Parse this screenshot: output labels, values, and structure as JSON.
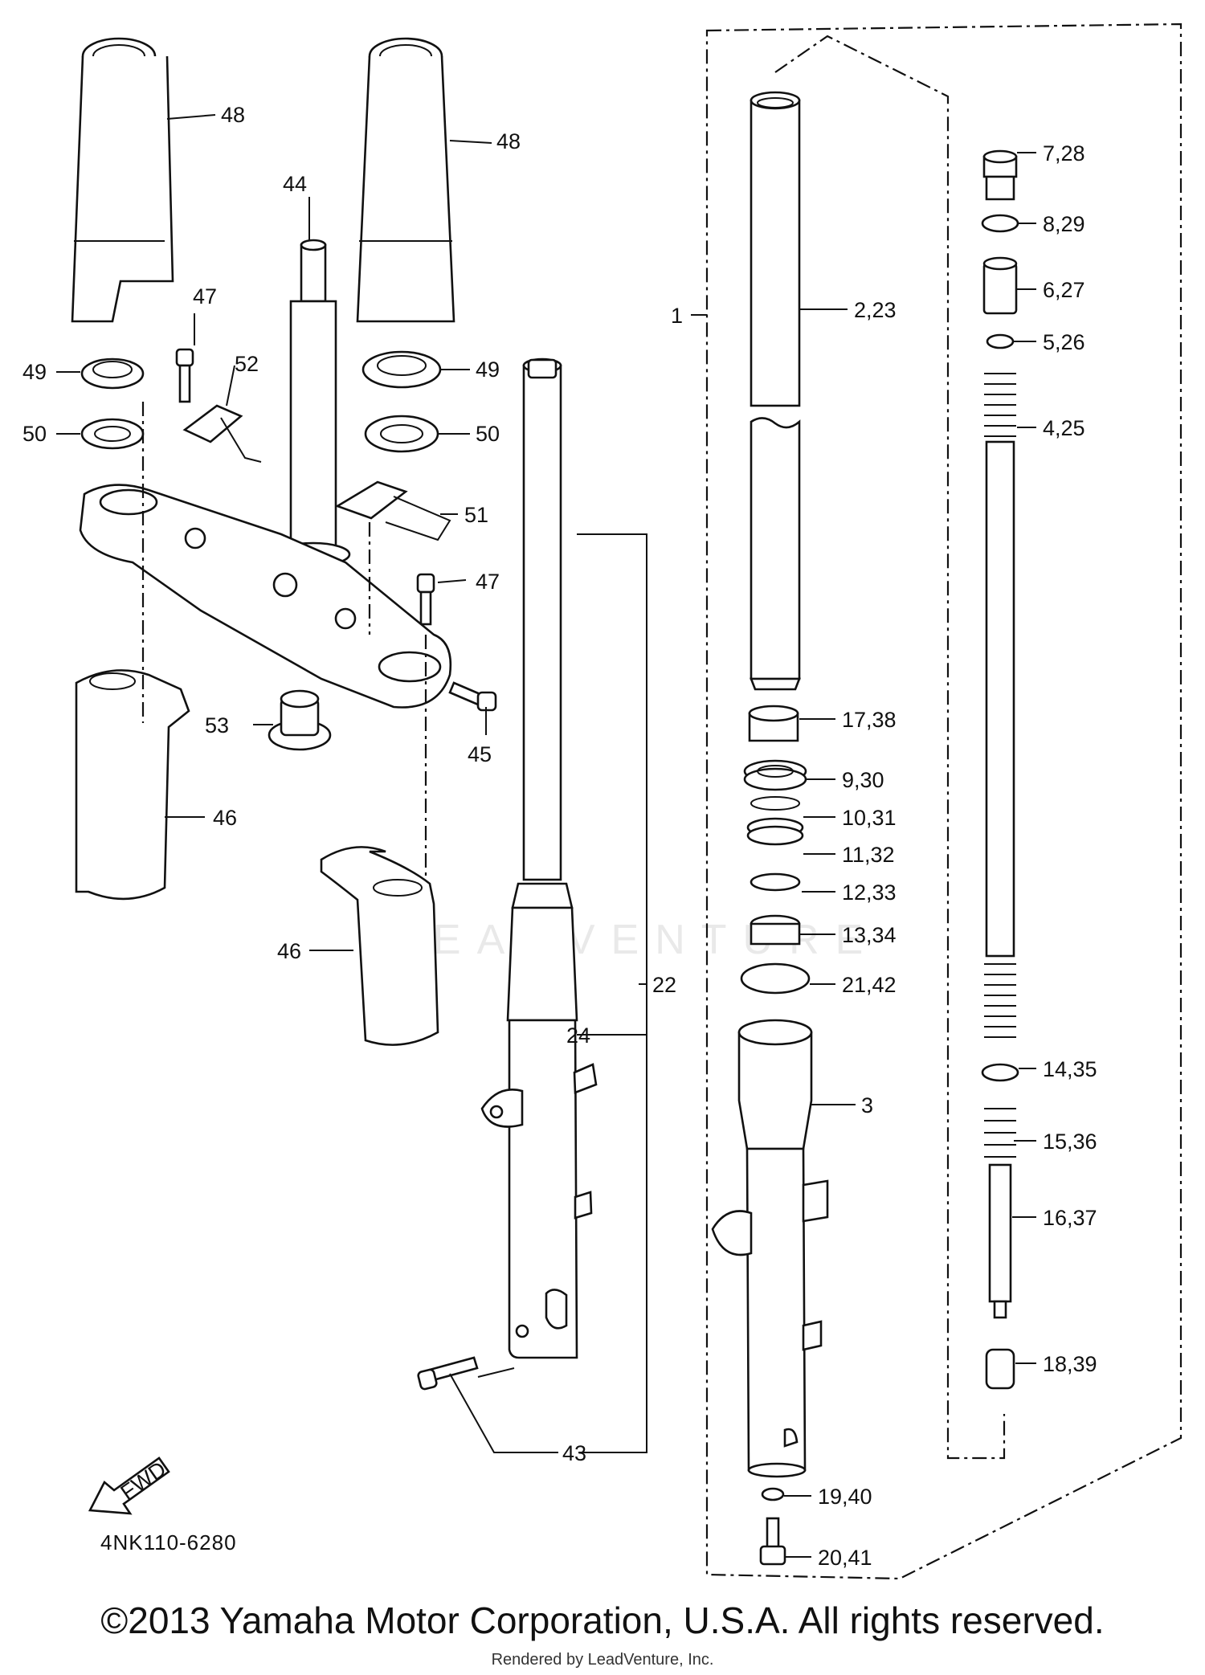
{
  "diagram_code": "4NK110-6280",
  "copyright": "©2013 Yamaha Motor Corporation, U.S.A. All rights reserved.",
  "rendered_by": "Rendered by LeadVenture, Inc.",
  "watermark": "LEADVENTURE",
  "fwd_label": "FWD",
  "callouts": {
    "c1": "1",
    "c2_23": "2,23",
    "c3": "3",
    "c4_25": "4,25",
    "c5_26": "5,26",
    "c6_27": "6,27",
    "c7_28": "7,28",
    "c8_29": "8,29",
    "c9_30": "9,30",
    "c10_31": "10,31",
    "c11_32": "11,32",
    "c12_33": "12,33",
    "c13_34": "13,34",
    "c14_35": "14,35",
    "c15_36": "15,36",
    "c16_37": "16,37",
    "c17_38": "17,38",
    "c18_39": "18,39",
    "c19_40": "19,40",
    "c20_41": "20,41",
    "c21_42": "21,42",
    "c22": "22",
    "c24": "24",
    "c43": "43",
    "c44": "44",
    "c45": "45",
    "c46a": "46",
    "c46b": "46",
    "c47a": "47",
    "c47b": "47",
    "c48a": "48",
    "c48b": "48",
    "c49a": "49",
    "c49b": "49",
    "c50a": "50",
    "c50b": "50",
    "c51": "51",
    "c52": "52",
    "c53": "53"
  }
}
